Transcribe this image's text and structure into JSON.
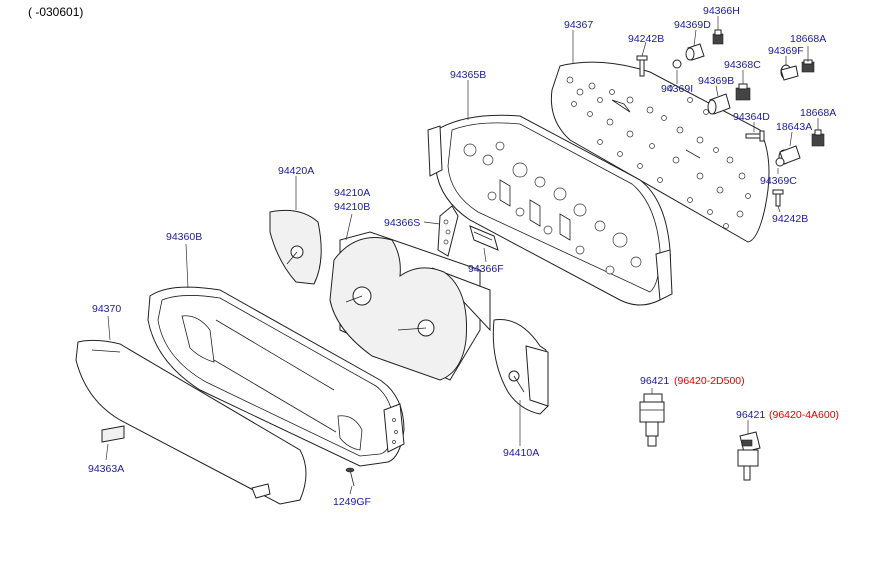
{
  "header": {
    "date_code": "( -030601)"
  },
  "labels": {
    "p94367": "94367",
    "p94366H": "94366H",
    "p94369D": "94369D",
    "p94242B_top": "94242B",
    "p18668A_top": "18668A",
    "p94369F": "94369F",
    "p94368C": "94368C",
    "p94369I": "94369I",
    "p94369B": "94369B",
    "p94365B": "94365B",
    "p94364D": "94364D",
    "p18643A": "18643A",
    "p18668A_mid": "18668A",
    "p94369C": "94369C",
    "p94242B_bot": "94242B",
    "p94420A": "94420A",
    "p94210A": "94210A",
    "p94210B": "94210B",
    "p94366S": "94366S",
    "p94366F": "94366F",
    "p94360B": "94360B",
    "p94370": "94370",
    "p94410A": "94410A",
    "p96421_a": "96421",
    "p96420_2D500": "(96420-2D500)",
    "p96421_b": "96421",
    "p96420_4A600": "(96420-4A600)",
    "p94363A": "94363A",
    "p1249GF": "1249GF"
  },
  "colors": {
    "label": "#1a1aa6",
    "alt_part": "#e00000",
    "line": "#222222"
  }
}
